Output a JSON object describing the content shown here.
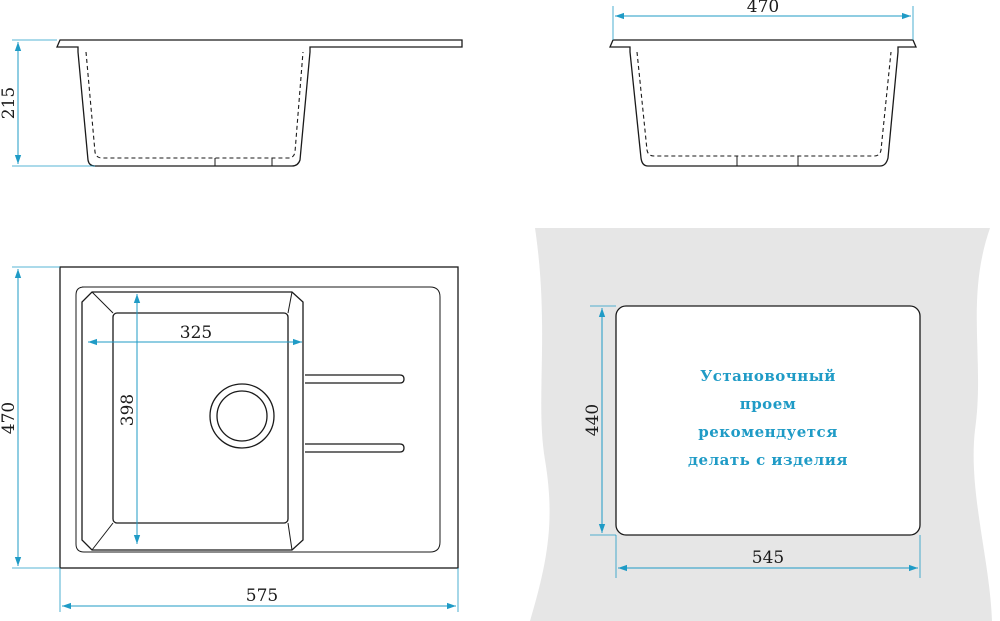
{
  "dimensions": {
    "side_height": "215",
    "front_width": "470",
    "top_height": "470",
    "top_width": "575",
    "bowl_width": "325",
    "bowl_height": "398",
    "cutout_height": "440",
    "cutout_width": "545"
  },
  "cutout_note": [
    "Установочный",
    "проем",
    "рекомендуется",
    "делать с изделия"
  ],
  "colors": {
    "dimension_line": "#1f9bc6",
    "drawing_line": "#1a1a1a",
    "countertop": "#e6e6e6",
    "background": "#ffffff"
  }
}
